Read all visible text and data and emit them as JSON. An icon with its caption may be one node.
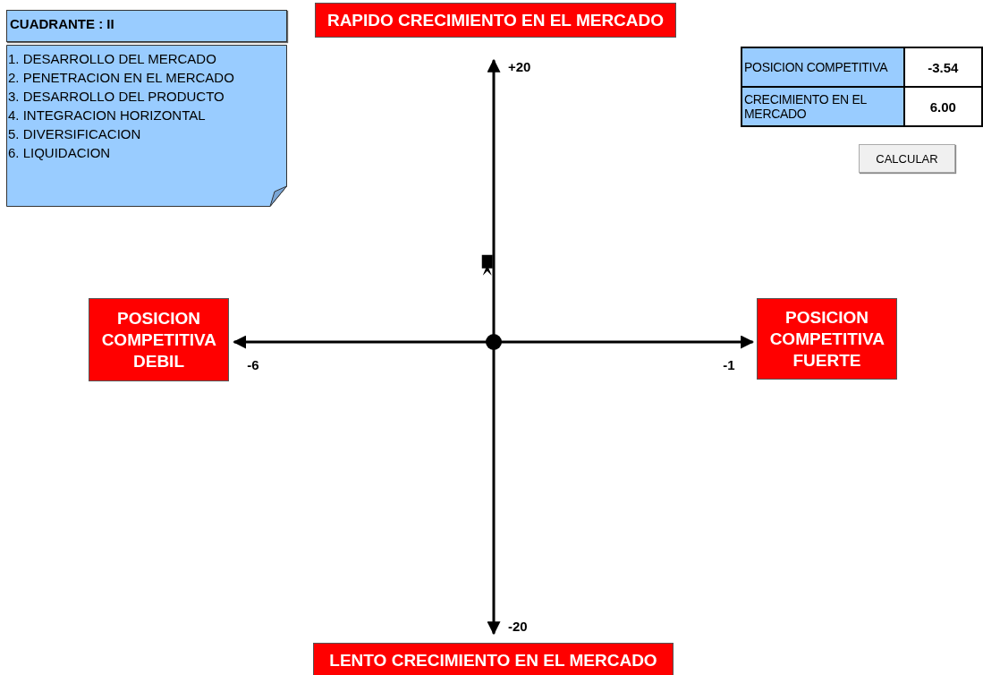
{
  "diagram": {
    "nodes": [
      {
        "text": [
          "CUADRANTE  : II"
        ]
      },
      {
        "text": [
          "1. DESARROLLO  DEL MERCADO",
          "2. PENETRACION  EN EL MERCADO",
          "3. DESARROLLO  DEL PRODUCTO",
          "4. INTEGRACION  HORIZONTAL",
          "5. DIVERSIFICACION",
          "6. LIQUIDACION"
        ]
      },
      {
        "text": [
          "RAPIDO CRECIMIENTO EN EL MERCADO"
        ]
      },
      {
        "text": [
          "POSICION COMPETITIVA DEBIL"
        ]
      },
      {
        "text": [
          "POSICION COMPETITIVA FUERTE"
        ]
      },
      {
        "text": [
          "LENTO CRECIMIENTO EN EL MERCADO"
        ]
      }
    ],
    "edges": [],
    "labels": [
      "POSICION COMPETITIVA",
      "-3.54",
      "CRECIMIENTO EN EL MERCADO",
      "6.00",
      "CALCULAR"
    ],
    "chart_data": {
      "type": "scatter",
      "x": [
        -3.54
      ],
      "values": [
        6.0
      ],
      "xlim": [
        -6.2,
        -0.75
      ],
      "ylim": [
        -20.5,
        20.5
      ],
      "xticks": [
        {
          "value": -6,
          "label": "-6"
        },
        {
          "value": -1,
          "label": "-1"
        }
      ],
      "yticks": [
        {
          "value": 20,
          "label": "+20"
        },
        {
          "value": -20,
          "label": "-20"
        }
      ]
    }
  }
}
